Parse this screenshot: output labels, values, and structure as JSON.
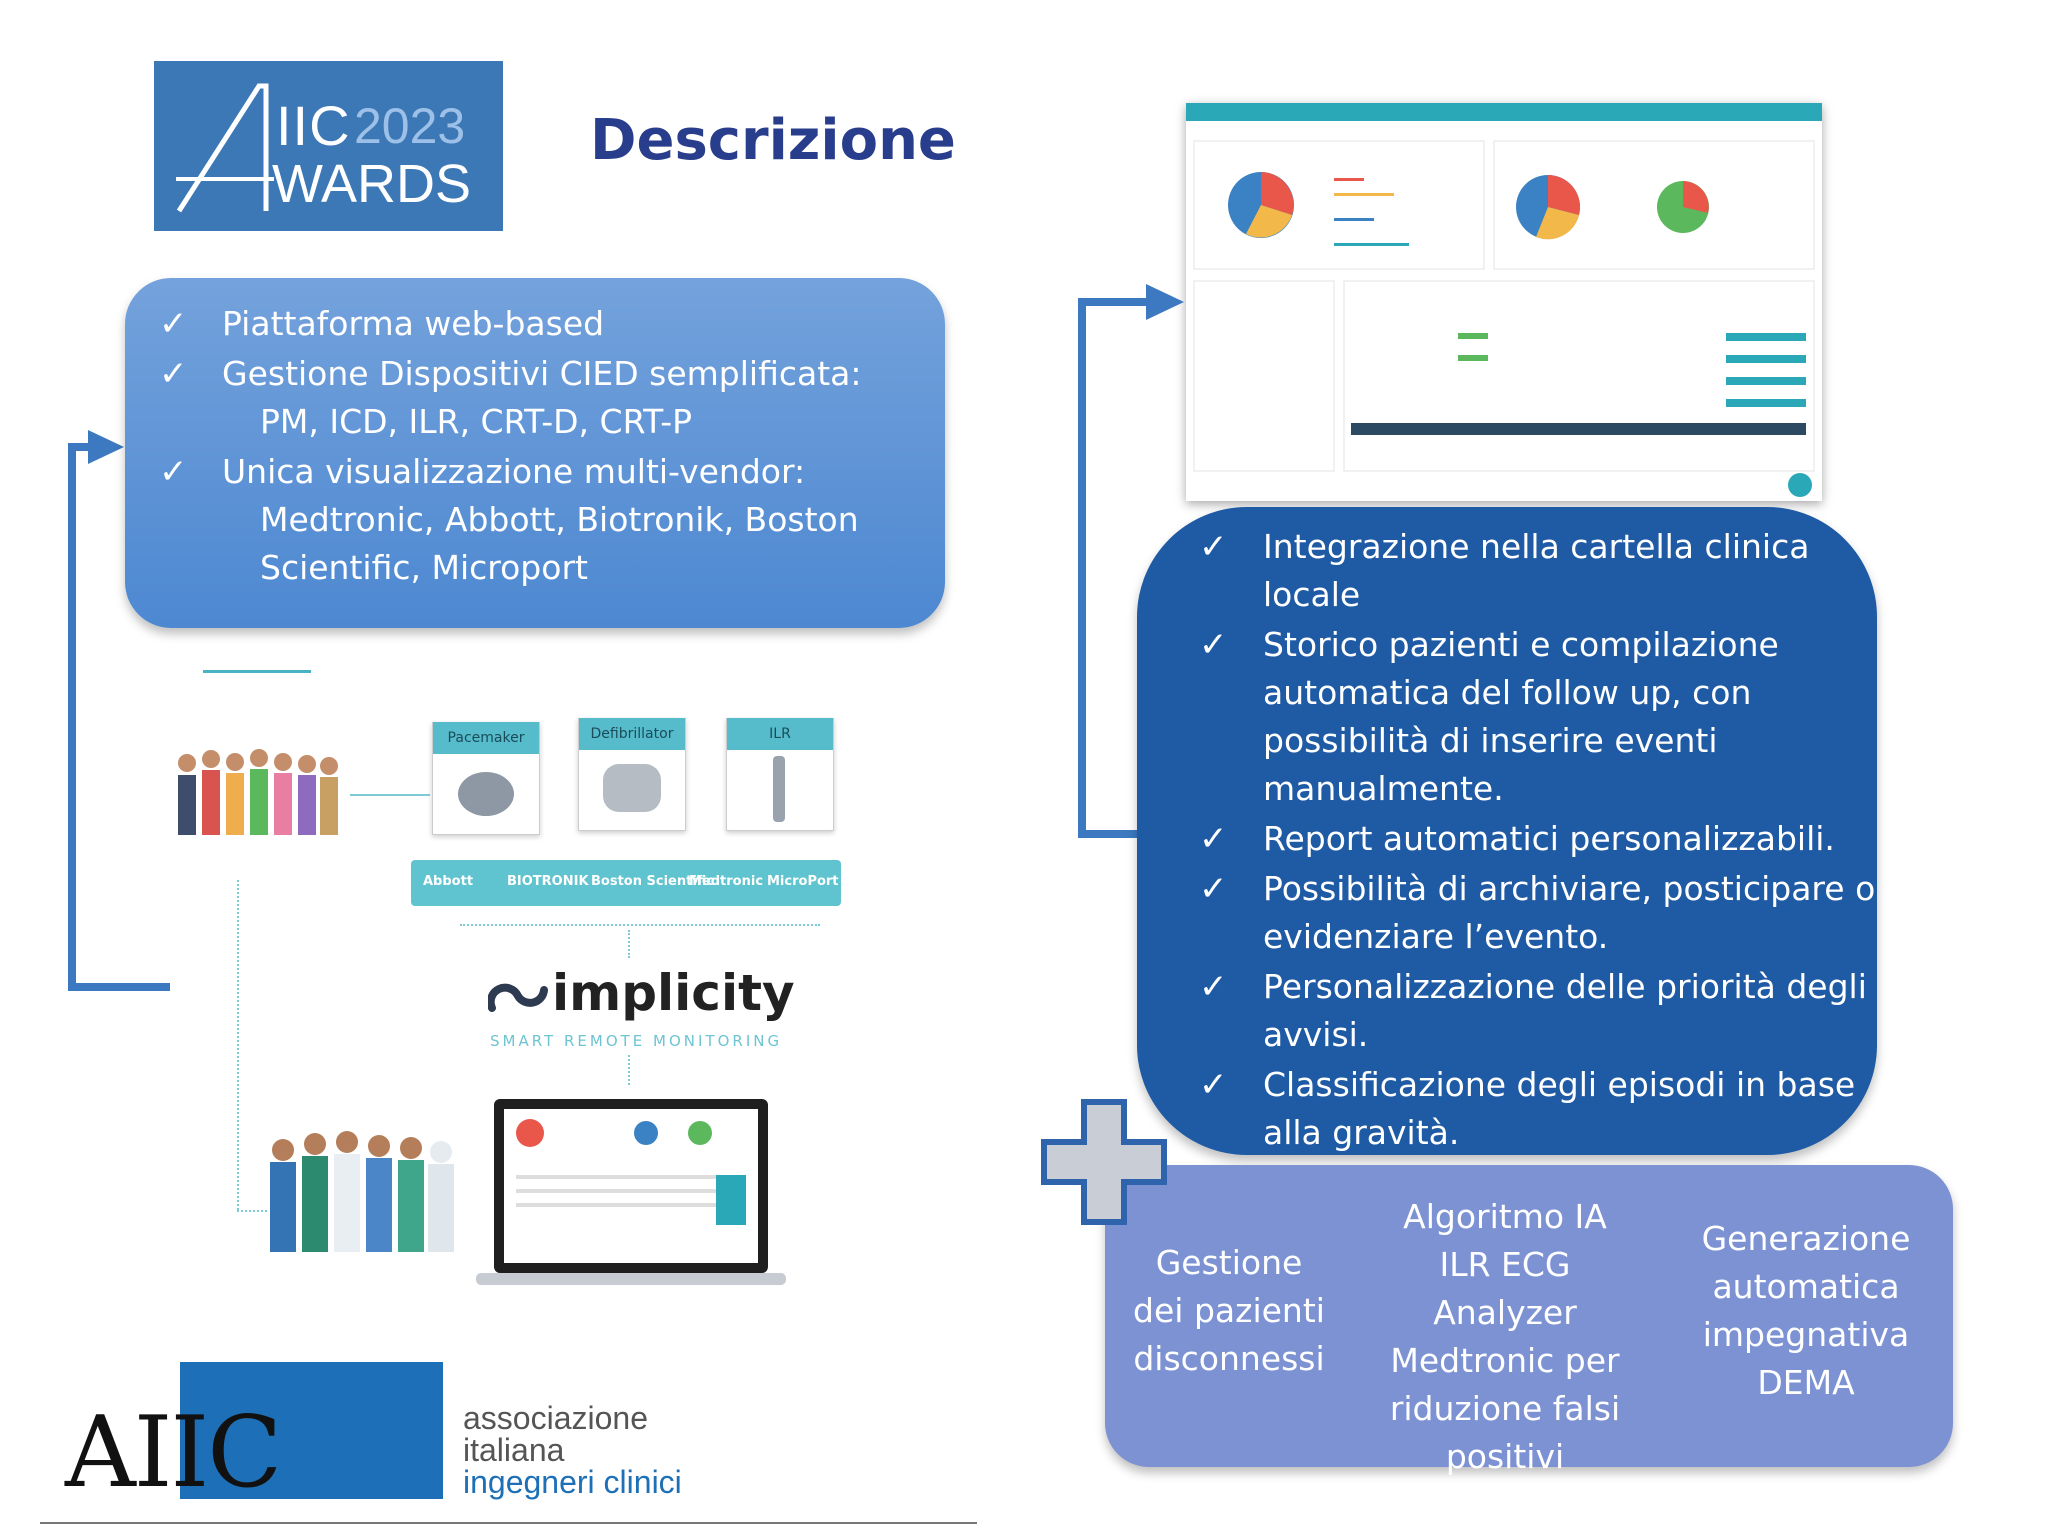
{
  "header": {
    "logo": {
      "line1": "IIC",
      "year": "2023",
      "line2": "WARDS"
    },
    "title": "Descrizione"
  },
  "left_box": {
    "items": [
      {
        "text": "Piattaforma web-based"
      },
      {
        "text": "Gestione Dispositivi CIED semplificata:",
        "sub": "PM, ICD, ILR, CRT-D, CRT-P"
      },
      {
        "text": "Unica visualizzazione multi-vendor:",
        "sub": "Medtronic, Abbott, Biotronik, Boston Scientific, Microport"
      }
    ],
    "check": "✓"
  },
  "right_box": {
    "items": [
      "Integrazione nella cartella clinica locale",
      "Storico pazienti e compilazione automatica del follow up, con possibilità di inserire eventi manualmente.",
      "Report automatici personalizzabili.",
      "Possibilità di archiviare, posticipare o evidenziare l’evento.",
      "Personalizzazione delle priorità degli avvisi.",
      "Classificazione degli episodi in base alla gravità."
    ]
  },
  "bottom_box": {
    "features": [
      "Gestione dei pazienti disconnessi",
      "Algoritmo IA ILR ECG Analyzer Medtronic per riduzione falsi positivi",
      "Generazione automatica impegnativa DEMA"
    ]
  },
  "illustration": {
    "devices": [
      "Pacemaker",
      "Defibrillator",
      "ILR"
    ],
    "vendors": [
      "Abbott",
      "BIOTRONIK",
      "Boston Scientific",
      "Medtronic",
      "MicroPort"
    ],
    "brand": "implicity",
    "brand_sub": "SMART REMOTE MONITORING"
  },
  "footer_logo": {
    "acronym": "AIIC",
    "line1": "associazione",
    "line2": "italiana",
    "line3": "ingegneri clinici"
  },
  "colors": {
    "title": "#283d8c",
    "left_box": "#5b93d6",
    "right_box": "#1f5aa4",
    "bottom_box": "#7c92d3",
    "accent": "#3c79c0"
  }
}
